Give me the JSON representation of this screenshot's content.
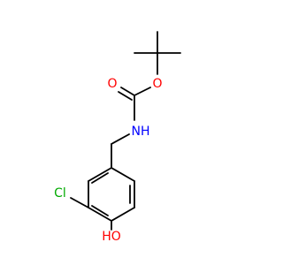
{
  "molecule": {
    "atoms": {
      "O1": {
        "symbol": "O"
      },
      "O2": {
        "symbol": "O"
      },
      "N": {
        "symbol": "NH"
      },
      "Cl": {
        "symbol": "Cl"
      },
      "OH": {
        "symbol": "HO"
      }
    },
    "colors": {
      "bond": "#000000",
      "oxygen": "#ff0000",
      "nitrogen": "#0000ff",
      "chlorine": "#00aa00"
    }
  }
}
